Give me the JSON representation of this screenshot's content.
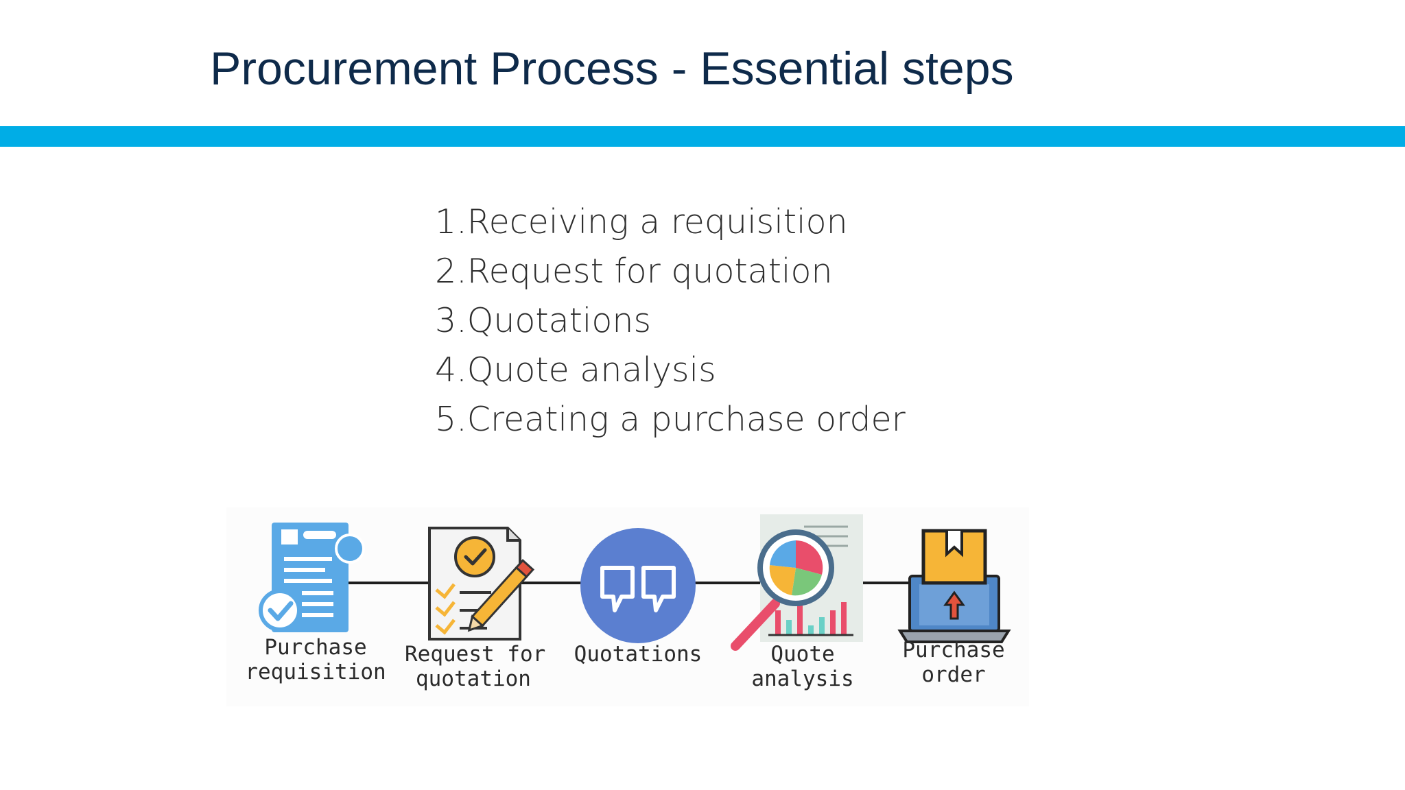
{
  "slide": {
    "title": "Procurement Process - Essential steps",
    "accent_color": "#00ade6",
    "title_color": "#0e2a4a"
  },
  "steps": [
    "1.Receiving a requisition",
    "2.Request for quotation",
    "3.Quotations",
    "4.Quote analysis",
    "5.Creating a purchase order"
  ],
  "flow": {
    "items": [
      {
        "icon": "document-check-icon",
        "label_lines": [
          "Purchase",
          "requisition"
        ]
      },
      {
        "icon": "checklist-pencil-icon",
        "label_lines": [
          "Request for",
          "quotation"
        ]
      },
      {
        "icon": "quote-bubbles-icon",
        "label_lines": [
          "Quotations"
        ]
      },
      {
        "icon": "magnifier-chart-icon",
        "label_lines": [
          "Quote",
          "analysis"
        ]
      },
      {
        "icon": "laptop-package-icon",
        "label_lines": [
          "Purchase",
          "order"
        ]
      }
    ]
  }
}
